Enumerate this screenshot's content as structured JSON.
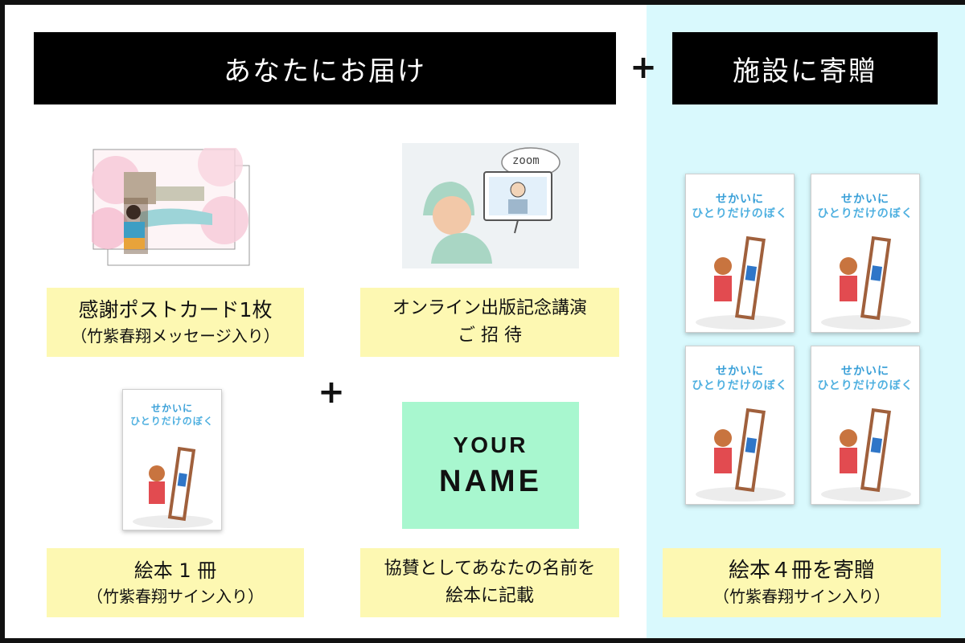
{
  "header_left": "あなたにお届け",
  "header_right": "施設に寄贈",
  "plus_sign": "+",
  "items": {
    "postcard": {
      "line1": "感謝ポストカード1枚",
      "line2": "（竹紫春翔メッセージ入り）"
    },
    "lecture": {
      "line1": "オンライン出版記念講演",
      "line2": "ご 招 待"
    },
    "book": {
      "line1": "絵本 1 冊",
      "line2": "（竹紫春翔サイン入り）"
    },
    "sponsor": {
      "line1": "協賛としてあなたの名前を",
      "line2": "絵本に記載"
    }
  },
  "name_box": {
    "line1": "YOUR",
    "line2": "NAME"
  },
  "zoom_bubble": "zoom",
  "book_cover": {
    "title_line1": "せかいに",
    "title_line2": "ひとりだけのぼく"
  },
  "donation": {
    "line1": "絵本４冊を寄贈",
    "line2": "（竹紫春翔サイン入り）"
  },
  "colors": {
    "label_bg": "#fdf8b2",
    "right_bg": "#d9f9fd",
    "name_bg": "#a8f7cf",
    "header_bg": "#000000"
  }
}
